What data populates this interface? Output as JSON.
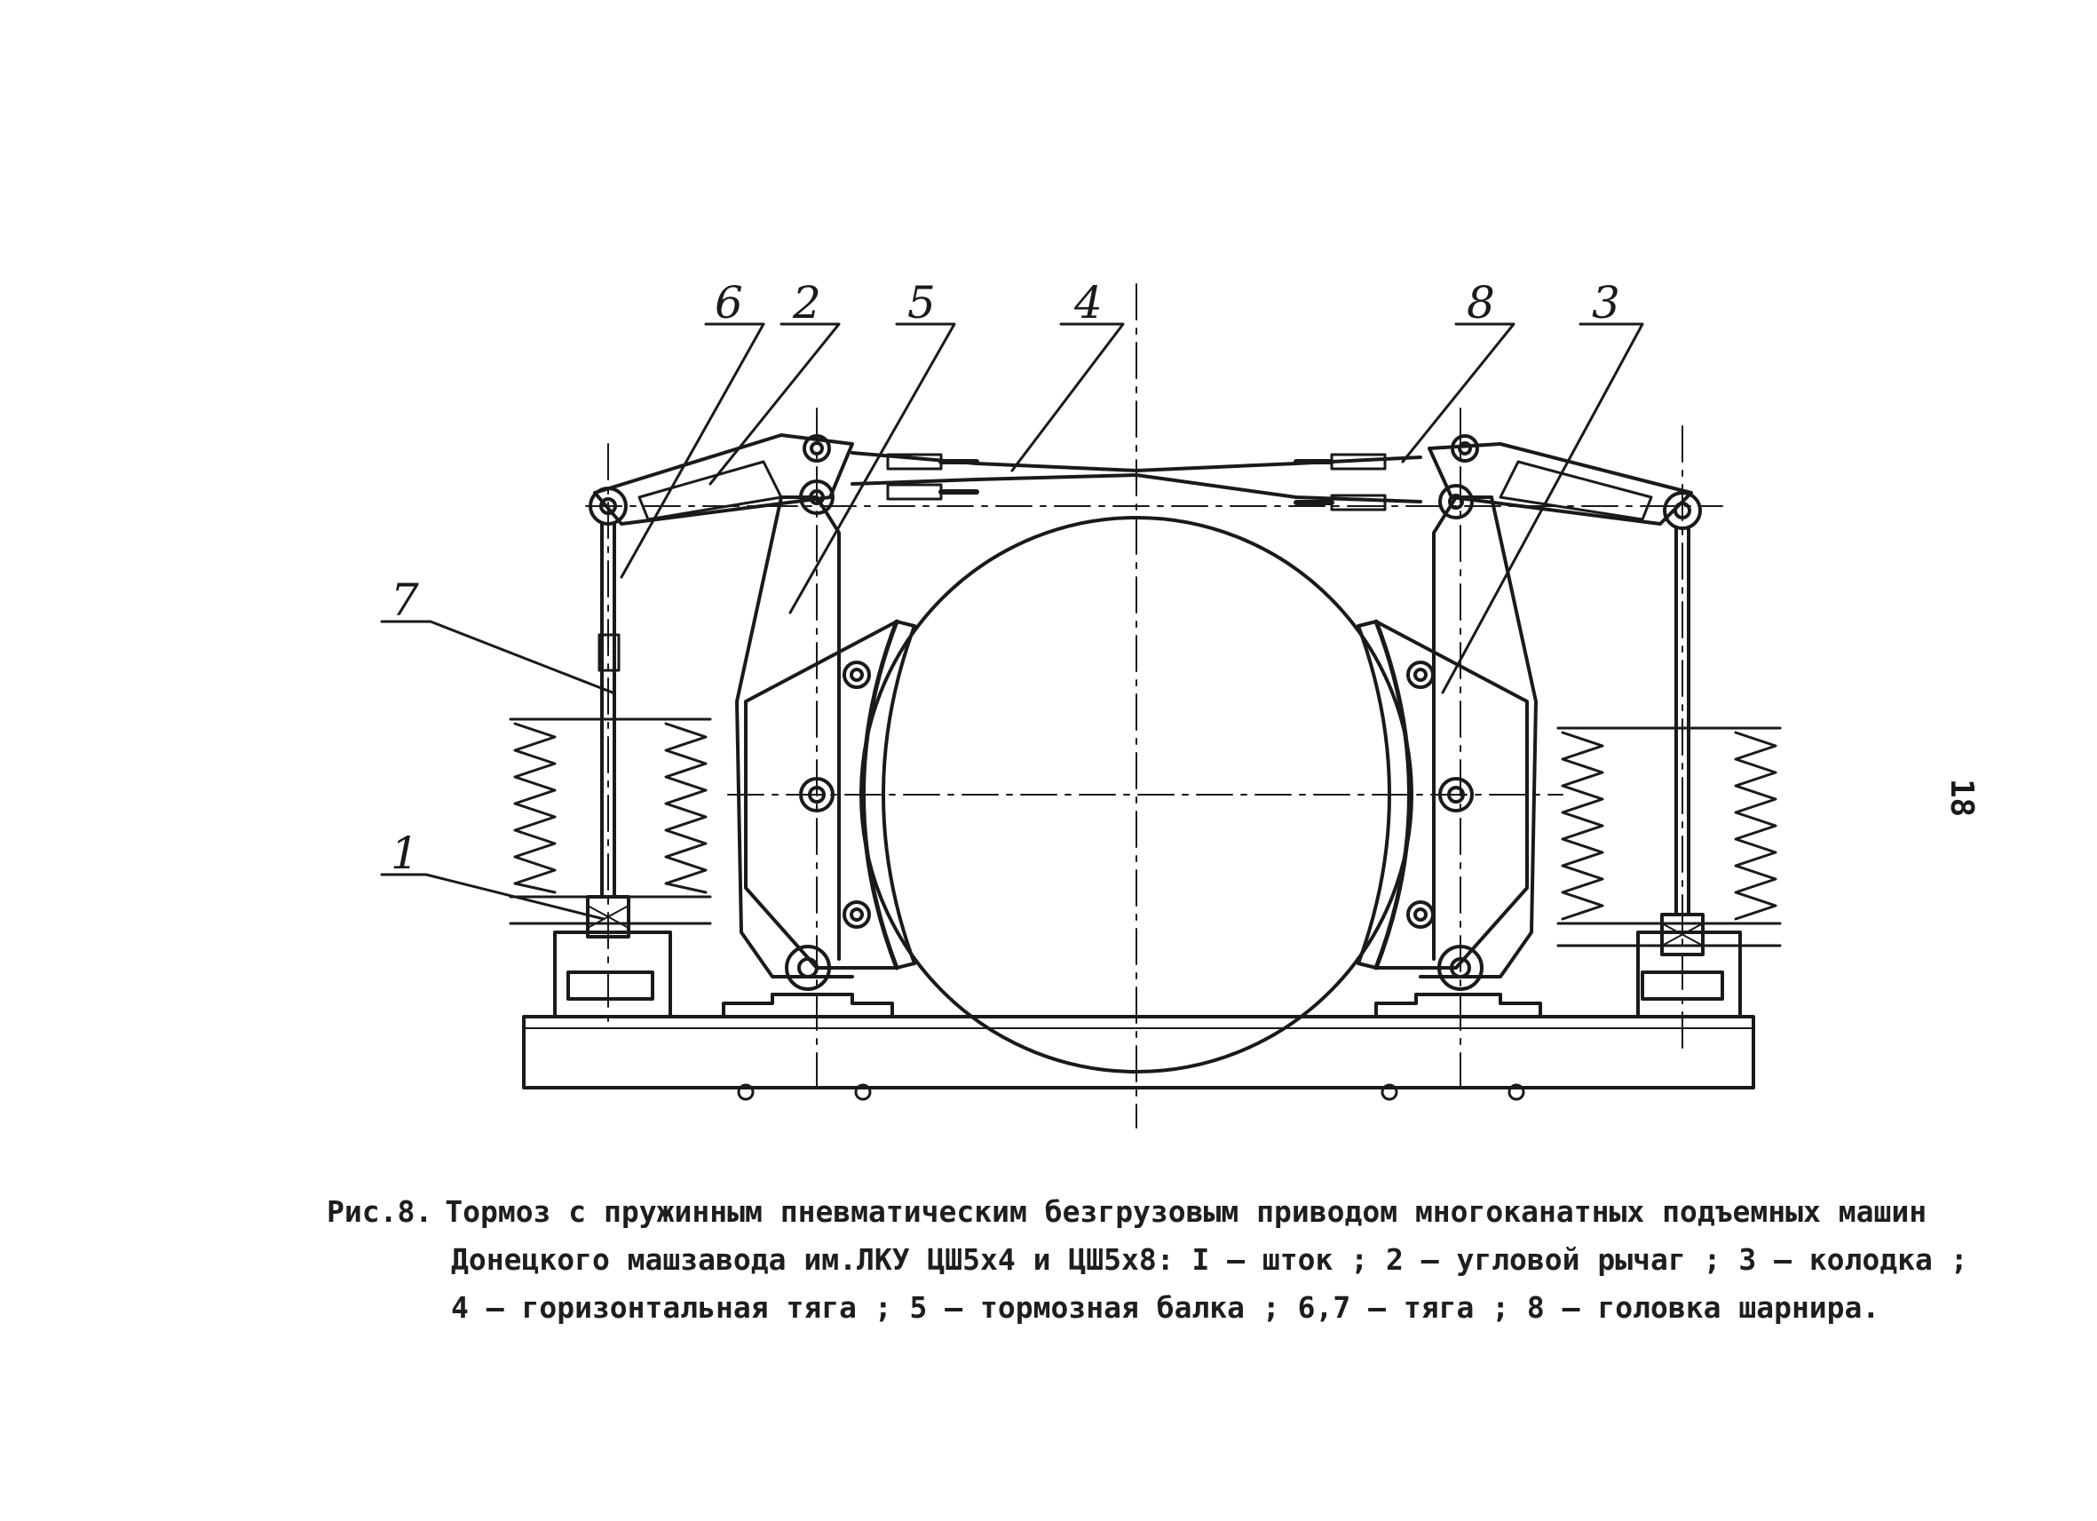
{
  "figure": {
    "callouts": {
      "c1": "1",
      "c2": "2",
      "c3": "3",
      "c4": "4",
      "c5": "5",
      "c6": "6",
      "c7": "7",
      "c8": "8"
    }
  },
  "caption": {
    "label": "Рис.8.",
    "line1": "Тормоз с пружинным пневматическим безгрузовым приводом многоканатных подъемных машин",
    "line2": "Донецкого машзавода им.ЛКУ ЦШ5х4 и ЦШ5х8: I – шток ; 2 – угловой рычаг ; 3 – колодка ;",
    "line3": "4 – горизонтальная тяга ; 5 – тормозная балка ; 6,7 – тяга ; 8 – головка шарнира."
  },
  "page_number": "18"
}
